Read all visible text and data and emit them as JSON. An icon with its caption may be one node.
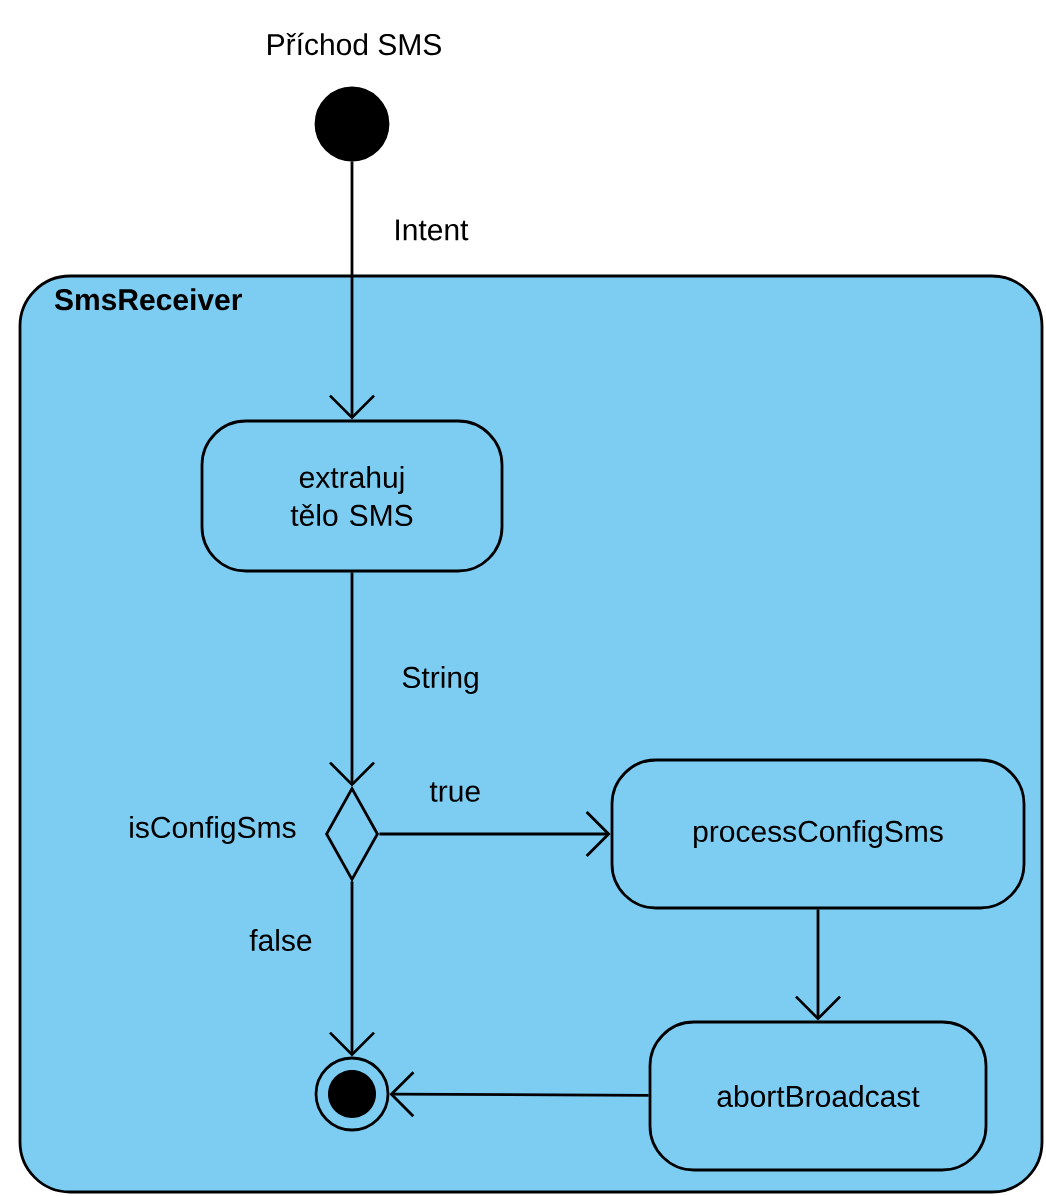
{
  "diagram": {
    "nodes": [
      {
        "text": [],
        "shape": "circle",
        "beside": [
          "Příchod SMS"
        ]
      },
      {
        "text": [
          "SmsReceiver"
        ]
      },
      {
        "text": [
          "extrahuj tělo SMS"
        ],
        "in": 1
      },
      {
        "text": [],
        "shape": "diamond",
        "beside": [
          "isConfigSms"
        ],
        "in": 1
      },
      {
        "text": [
          "processConfigSms"
        ],
        "in": 1
      },
      {
        "text": [
          "abortBroadcast"
        ],
        "in": 1
      },
      {
        "text": [],
        "shape": "circle",
        "in": 1
      }
    ],
    "edges": [
      {
        "from": 0,
        "to": 2,
        "arrow": "to",
        "label": "Intent"
      },
      {
        "from": 2,
        "to": 3,
        "arrow": "to",
        "label": "String"
      },
      {
        "from": 3,
        "to": 4,
        "arrow": "to",
        "label": "true"
      },
      {
        "from": 3,
        "to": 6,
        "arrow": "to",
        "label": "false"
      },
      {
        "from": 4,
        "to": 5,
        "arrow": "to"
      },
      {
        "from": 5,
        "to": 6,
        "arrow": "to"
      }
    ]
  }
}
